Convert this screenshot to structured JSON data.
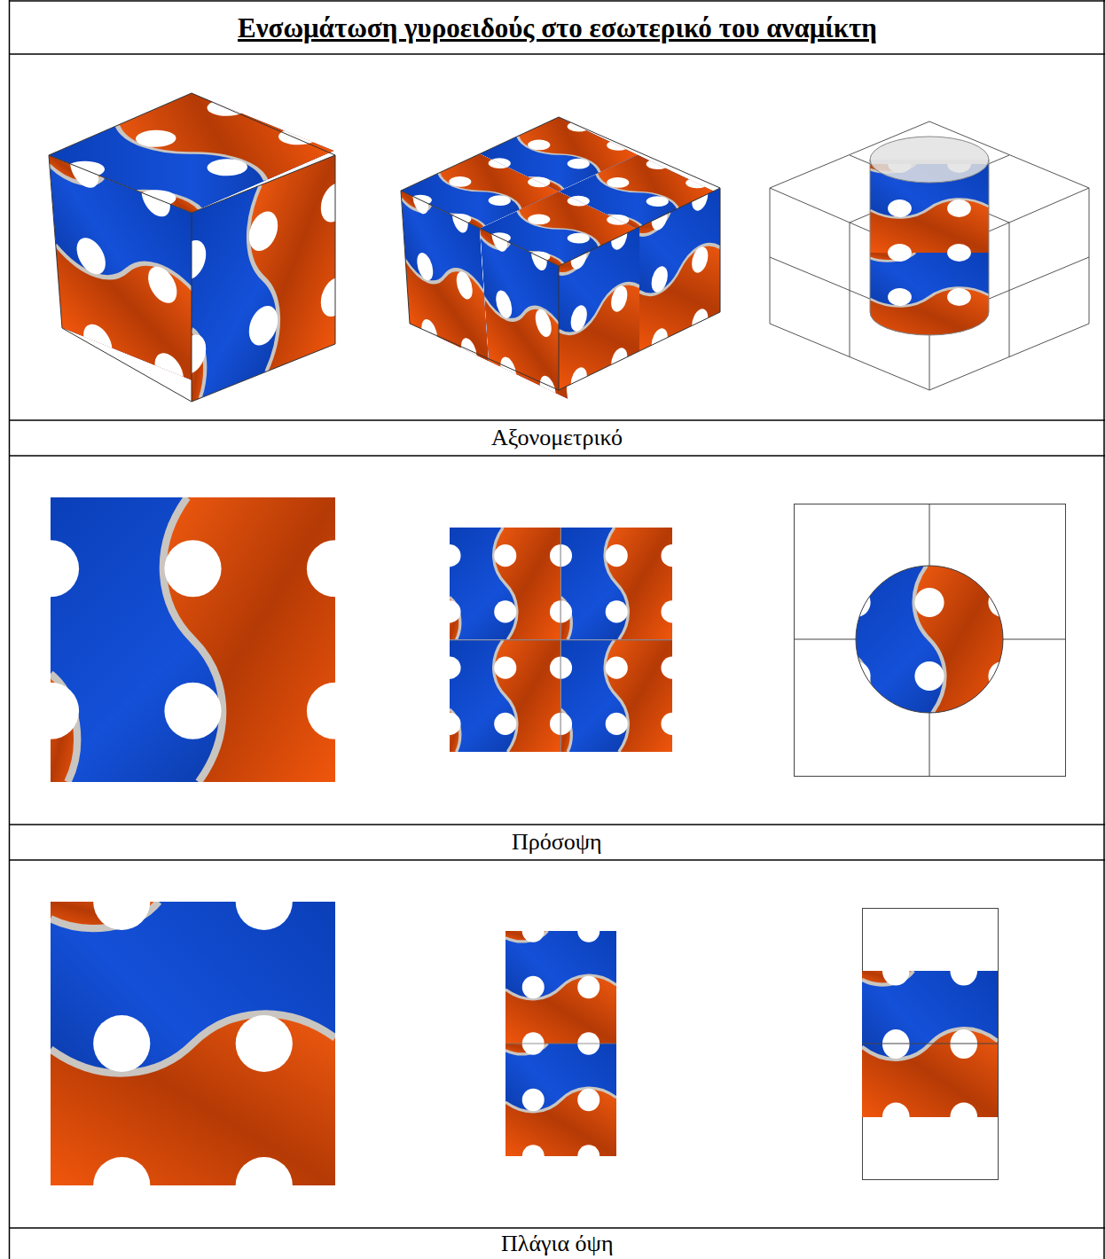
{
  "diagram": {
    "title": "Ενσωμάτωση γυροειδούς στο εσωτερικό του αναμίκτη",
    "labels": [
      "Αξονομετρικό",
      "Πρόσοψη",
      "Πλάγια όψη"
    ]
  }
}
